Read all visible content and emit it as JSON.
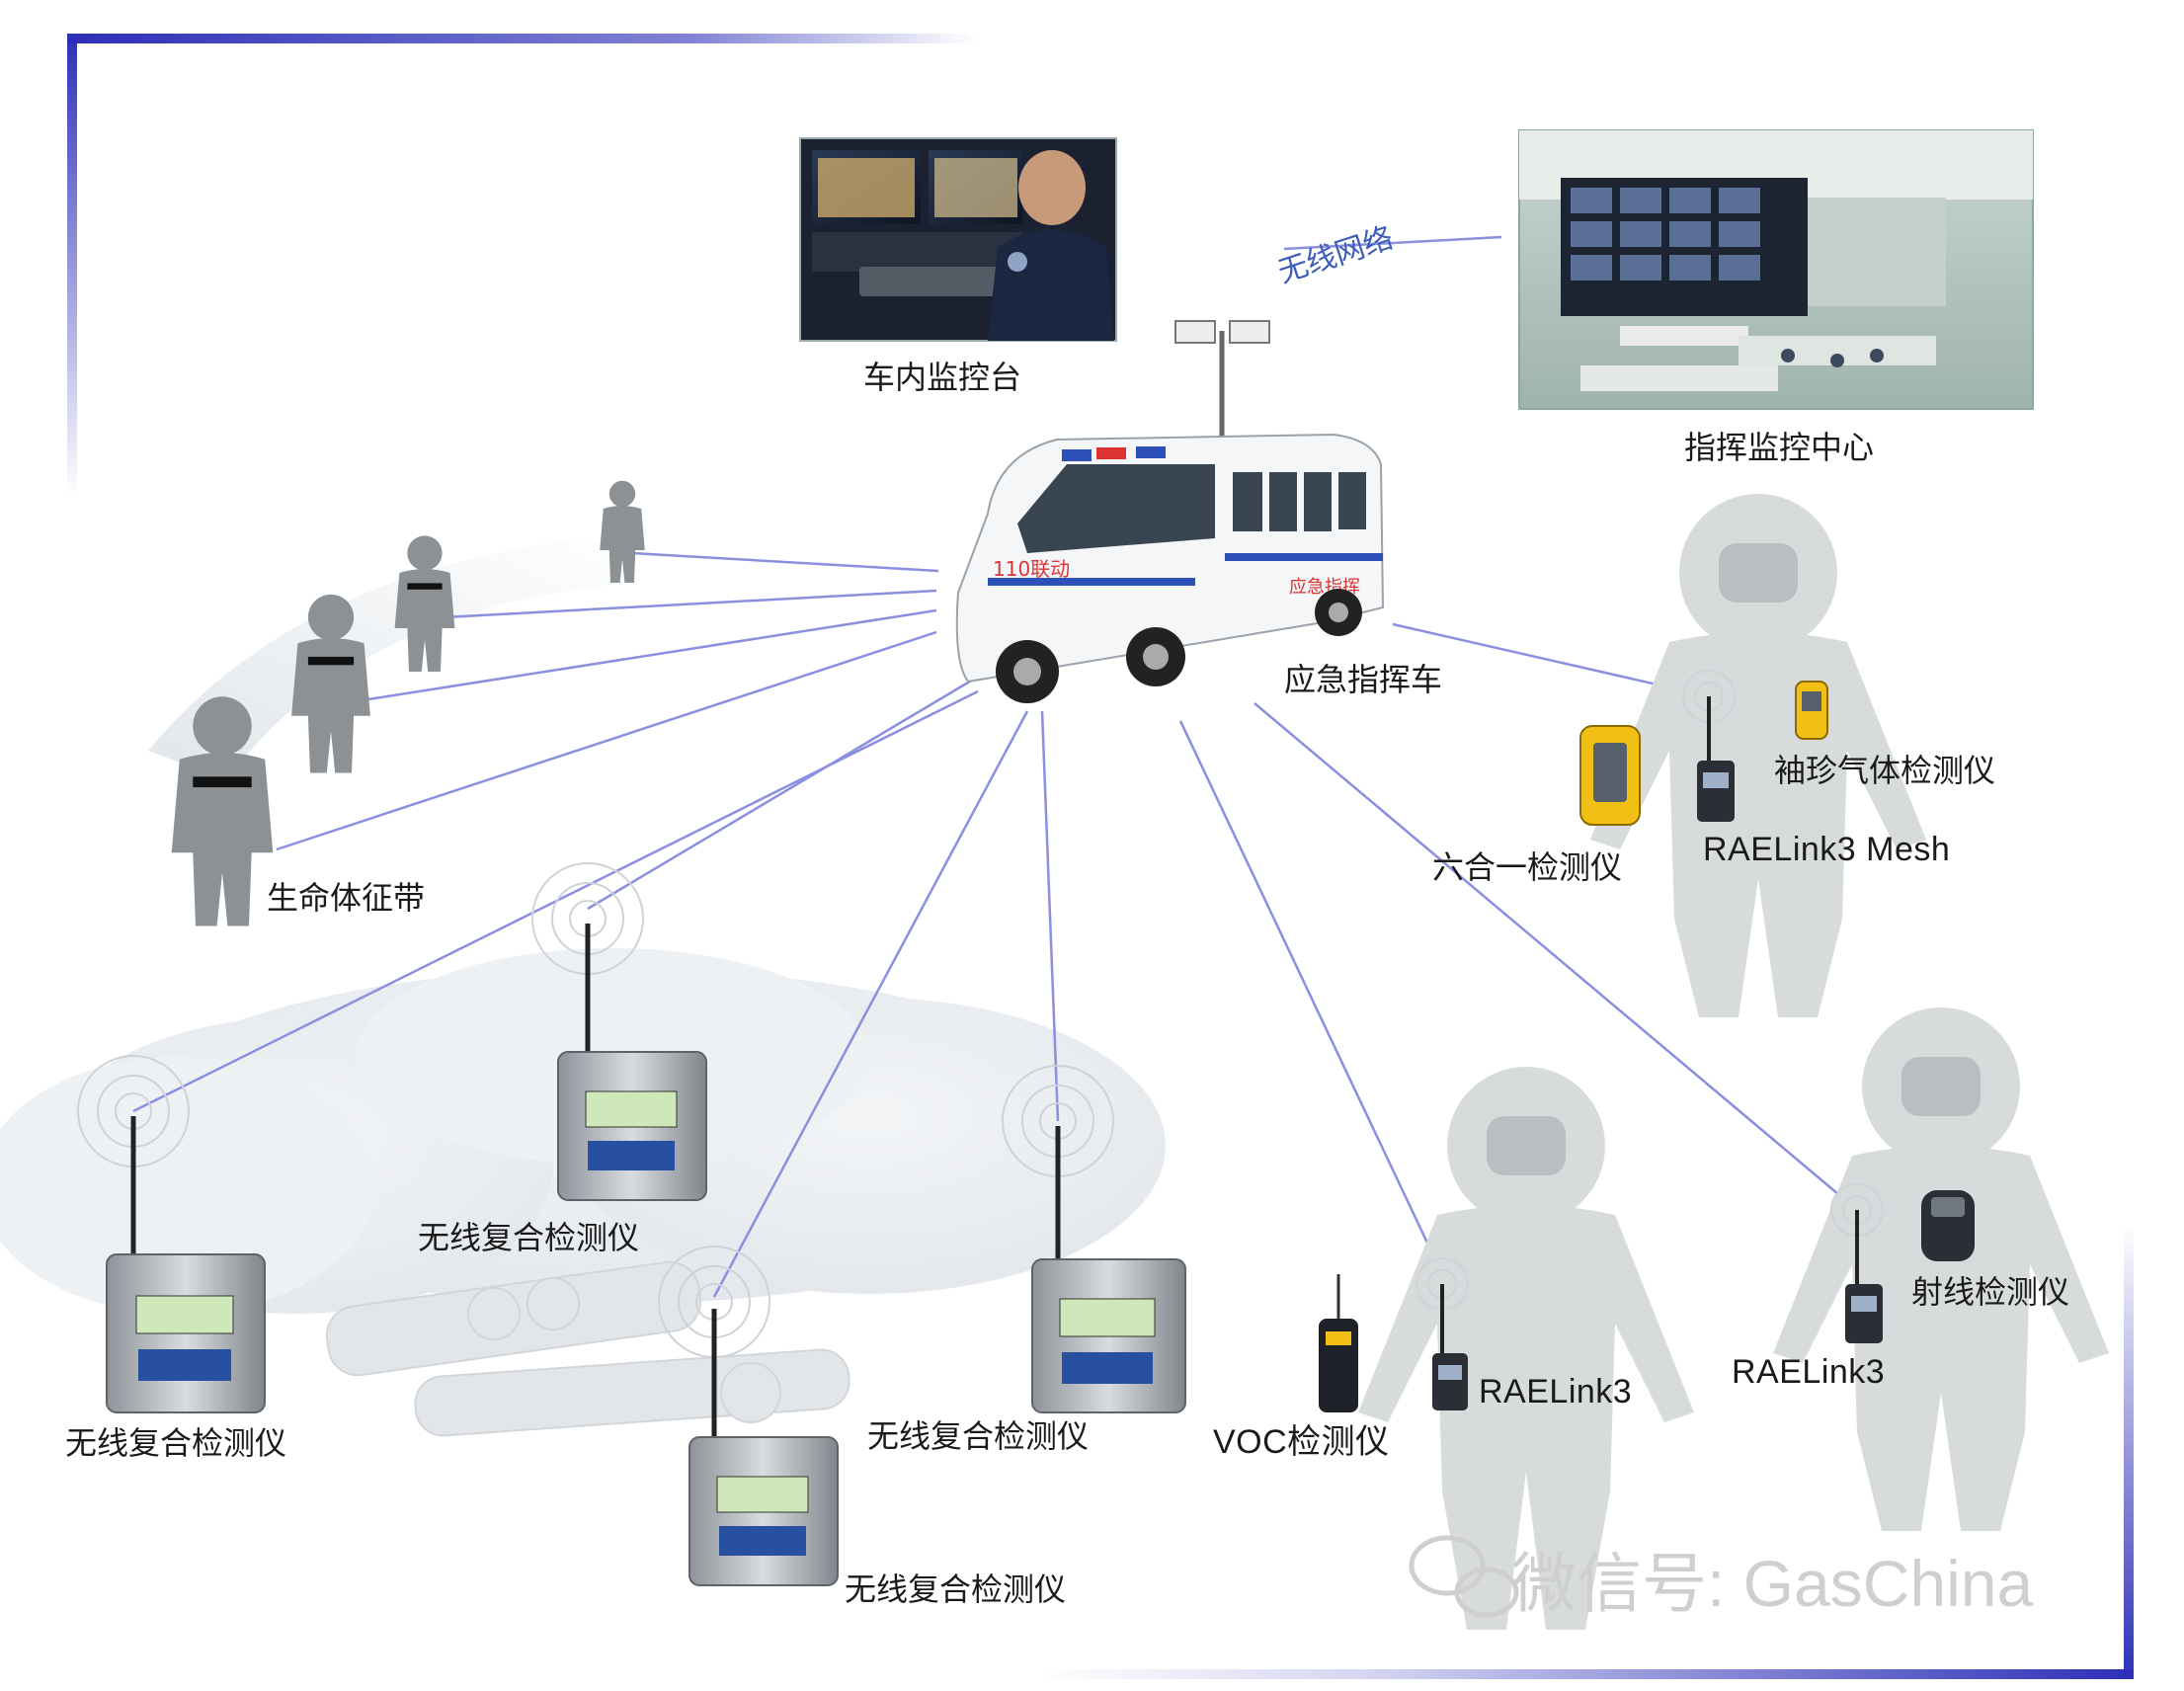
{
  "labels": {
    "vehicle_console": "车内监控台",
    "wireless_network": "无线网络",
    "command_center": "指挥监控中心",
    "emergency_vehicle": "应急指挥车",
    "vital_signs_belt": "生命体征带",
    "mini_gas_detector": "袖珍气体检测仪",
    "six_in_one_detector": "六合一检测仪",
    "raelink3_mesh": "RAELink3 Mesh",
    "wireless_detector_1": "无线复合检测仪",
    "wireless_detector_2": "无线复合检测仪",
    "wireless_detector_3": "无线复合检测仪",
    "wireless_detector_4": "无线复合检测仪",
    "voc_detector": "VOC检测仪",
    "raelink3_a": "RAELink3",
    "raelink3_b": "RAELink3",
    "radiation_detector": "射线检测仪"
  },
  "vehicle": {
    "door_text": "110联动",
    "side_text": "应急指挥"
  },
  "watermark": "微信号: GasChina",
  "colors": {
    "frame": "#2d2fb8",
    "link": "#8a8fe0",
    "silhouette": "#8c9196",
    "suit": "#d7dbdc",
    "cloud": "#eef1f4"
  }
}
